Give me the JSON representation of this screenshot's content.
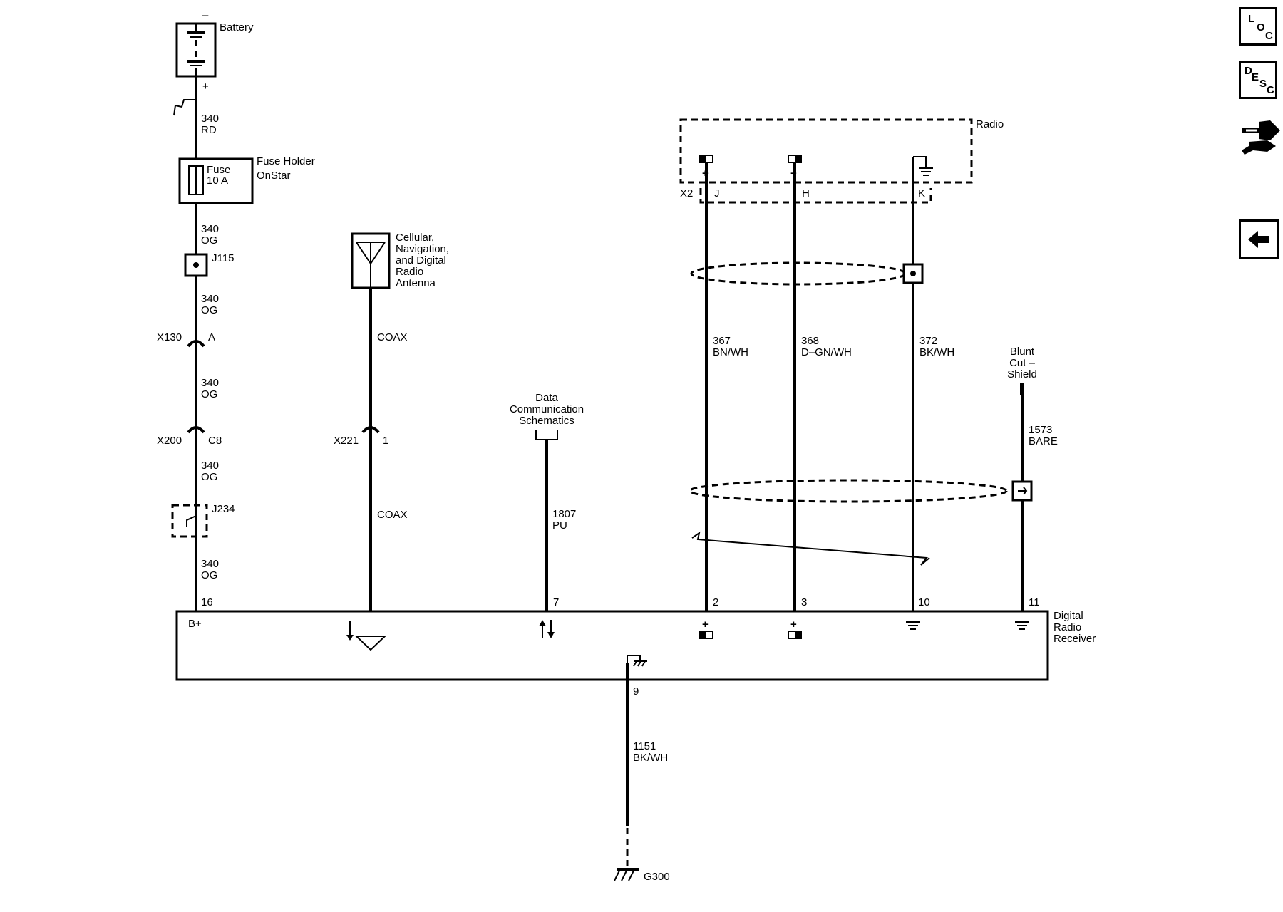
{
  "nav": {
    "loc": {
      "l1": "L",
      "l2": "O",
      "l3": "C"
    },
    "desc": {
      "l1": "D",
      "l2": "E",
      "l3": "S",
      "l4": "C"
    }
  },
  "battery": {
    "label": "Battery",
    "minus": "–",
    "plus": "+"
  },
  "fuse": {
    "label": "Fuse",
    "rating": "10 A",
    "holder1": "Fuse Holder",
    "holder2": "OnStar"
  },
  "wires": {
    "w340_1": {
      "num": "340",
      "color": "RD"
    },
    "w340_2": {
      "num": "340",
      "color": "OG"
    },
    "w340_3": {
      "num": "340",
      "color": "OG"
    },
    "w340_4": {
      "num": "340",
      "color": "OG"
    },
    "w340_5": {
      "num": "340",
      "color": "OG"
    },
    "w340_6": {
      "num": "340",
      "color": "OG"
    },
    "w1807": {
      "num": "1807",
      "color": "PU"
    },
    "w367": {
      "num": "367",
      "color": "BN/WH"
    },
    "w368": {
      "num": "368",
      "color": "D–GN/WH"
    },
    "w372": {
      "num": "372",
      "color": "BK/WH"
    },
    "w1573": {
      "num": "1573",
      "color": "BARE"
    },
    "w1151": {
      "num": "1151",
      "color": "BK/WH"
    }
  },
  "splices": {
    "j115": "J115",
    "j234": "J234"
  },
  "connectors": {
    "x130": "X130",
    "x130_pin": "A",
    "x200": "X200",
    "x200_pin": "C8",
    "x221": "X221",
    "x221_pin": "1",
    "x2": "X2",
    "x2_j": "J",
    "x2_h": "H",
    "x2_k": "K"
  },
  "antenna": {
    "l1": "Cellular,",
    "l2": "Navigation,",
    "l3": "and Digital",
    "l4": "Radio",
    "l5": "Antenna",
    "coax1": "COAX",
    "coax2": "COAX"
  },
  "data_comm": {
    "l1": "Data",
    "l2": "Communication",
    "l3": "Schematics"
  },
  "radio": {
    "label": "Radio"
  },
  "shield": {
    "l1": "Blunt",
    "l2": "Cut –",
    "l3": "Shield"
  },
  "receiver": {
    "l1": "Digital",
    "l2": "Radio",
    "l3": "Receiver",
    "bplus": "B+",
    "pins": {
      "p16": "16",
      "p7": "7",
      "p2": "2",
      "p3": "3",
      "p10": "10",
      "p11": "11",
      "p9": "9"
    },
    "plus2": "+",
    "plus3": "+"
  },
  "ground": {
    "label": "G300"
  },
  "radio_plus_j": "+",
  "radio_plus_h": "+"
}
